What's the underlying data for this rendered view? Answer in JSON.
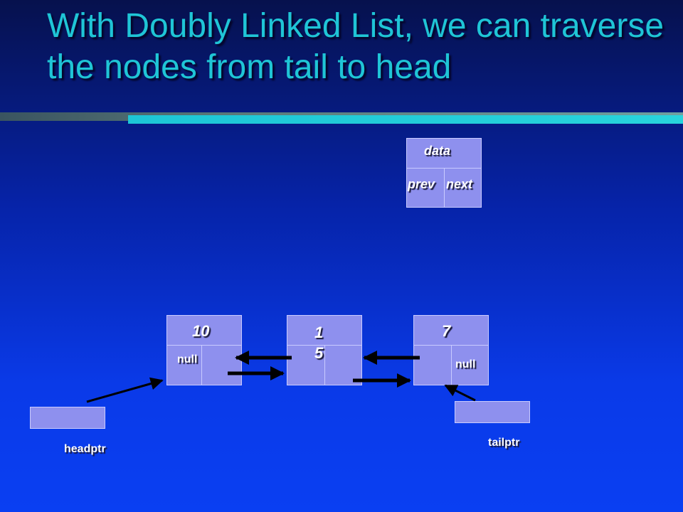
{
  "slide": {
    "title": "With Doubly Linked List, we can traverse the nodes from tail to head"
  },
  "legend": {
    "data_label": "data",
    "prev_label": "prev",
    "next_label": "next"
  },
  "nodes": [
    {
      "data": "10",
      "prev": "null",
      "next": ""
    },
    {
      "data": "1\n5",
      "prev": "",
      "next": ""
    },
    {
      "data": "7",
      "prev": "",
      "next": "null"
    }
  ],
  "pointers": {
    "head_label": "headptr",
    "tail_label": "tailptr"
  },
  "colors": {
    "title": "#1fc5d6",
    "node_fill": "#8e90ee",
    "arrow": "#000000"
  }
}
